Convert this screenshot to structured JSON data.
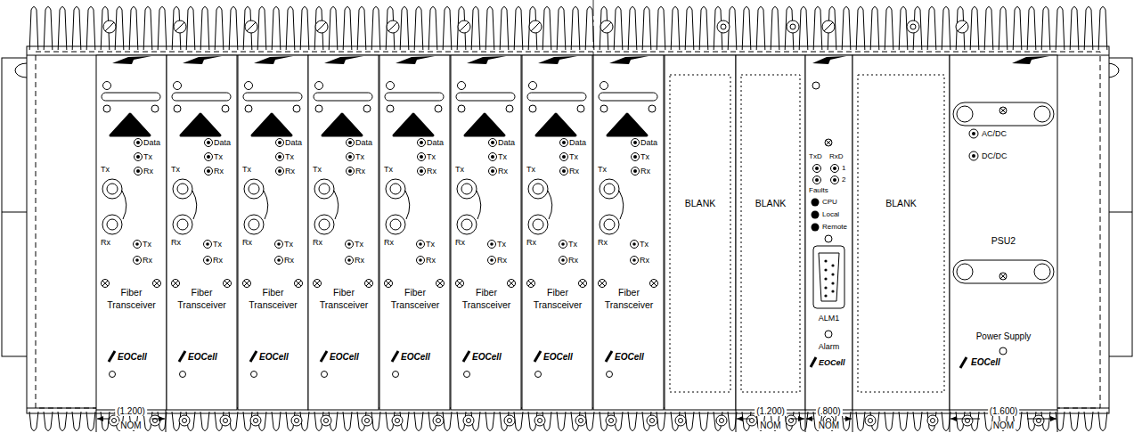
{
  "diagram": {
    "nodes": [
      {
        "text": [
          "Data",
          "Tx",
          "Rx",
          "Tx",
          "Rx",
          "Tx",
          "Rx",
          "Fiber Transceiver",
          "EOCell"
        ]
      },
      {
        "text": [
          "Data",
          "Tx",
          "Rx",
          "Tx",
          "Rx",
          "Tx",
          "Rx",
          "Fiber Transceiver",
          "EOCell"
        ]
      },
      {
        "text": [
          "Data",
          "Tx",
          "Rx",
          "Tx",
          "Rx",
          "Tx",
          "Rx",
          "Fiber Transceiver",
          "EOCell"
        ]
      },
      {
        "text": [
          "Data",
          "Tx",
          "Rx",
          "Tx",
          "Rx",
          "Tx",
          "Rx",
          "Fiber Transceiver",
          "EOCell"
        ]
      },
      {
        "text": [
          "Data",
          "Tx",
          "Rx",
          "Tx",
          "Rx",
          "Tx",
          "Rx",
          "Fiber Transceiver",
          "EOCell"
        ]
      },
      {
        "text": [
          "Data",
          "Tx",
          "Rx",
          "Tx",
          "Rx",
          "Tx",
          "Rx",
          "Fiber Transceiver",
          "EOCell"
        ]
      },
      {
        "text": [
          "Data",
          "Tx",
          "Rx",
          "Tx",
          "Rx",
          "Tx",
          "Rx",
          "Fiber Transceiver",
          "EOCell"
        ]
      },
      {
        "text": [
          "Data",
          "Tx",
          "Rx",
          "Tx",
          "Rx",
          "Tx",
          "Rx",
          "Fiber Transceiver",
          "EOCell"
        ]
      },
      {
        "text": [
          "BLANK"
        ]
      },
      {
        "text": [
          "BLANK"
        ]
      },
      {
        "text": [
          "TxD",
          "RxD",
          "1",
          "2",
          "Faults",
          "CPU",
          "Local",
          "Remote",
          "ALM1",
          "Alarm",
          "EOCell"
        ]
      },
      {
        "text": [
          "BLANK"
        ]
      },
      {
        "text": [
          "AC/DC",
          "DC/DC",
          "PSU2",
          "Power Supply",
          "EOCell"
        ]
      }
    ],
    "labels": [
      "(1.200)",
      "NOM",
      "(1.200)",
      "NOM",
      "(.800)",
      "NOM",
      "(1.600)",
      "NOM"
    ]
  }
}
